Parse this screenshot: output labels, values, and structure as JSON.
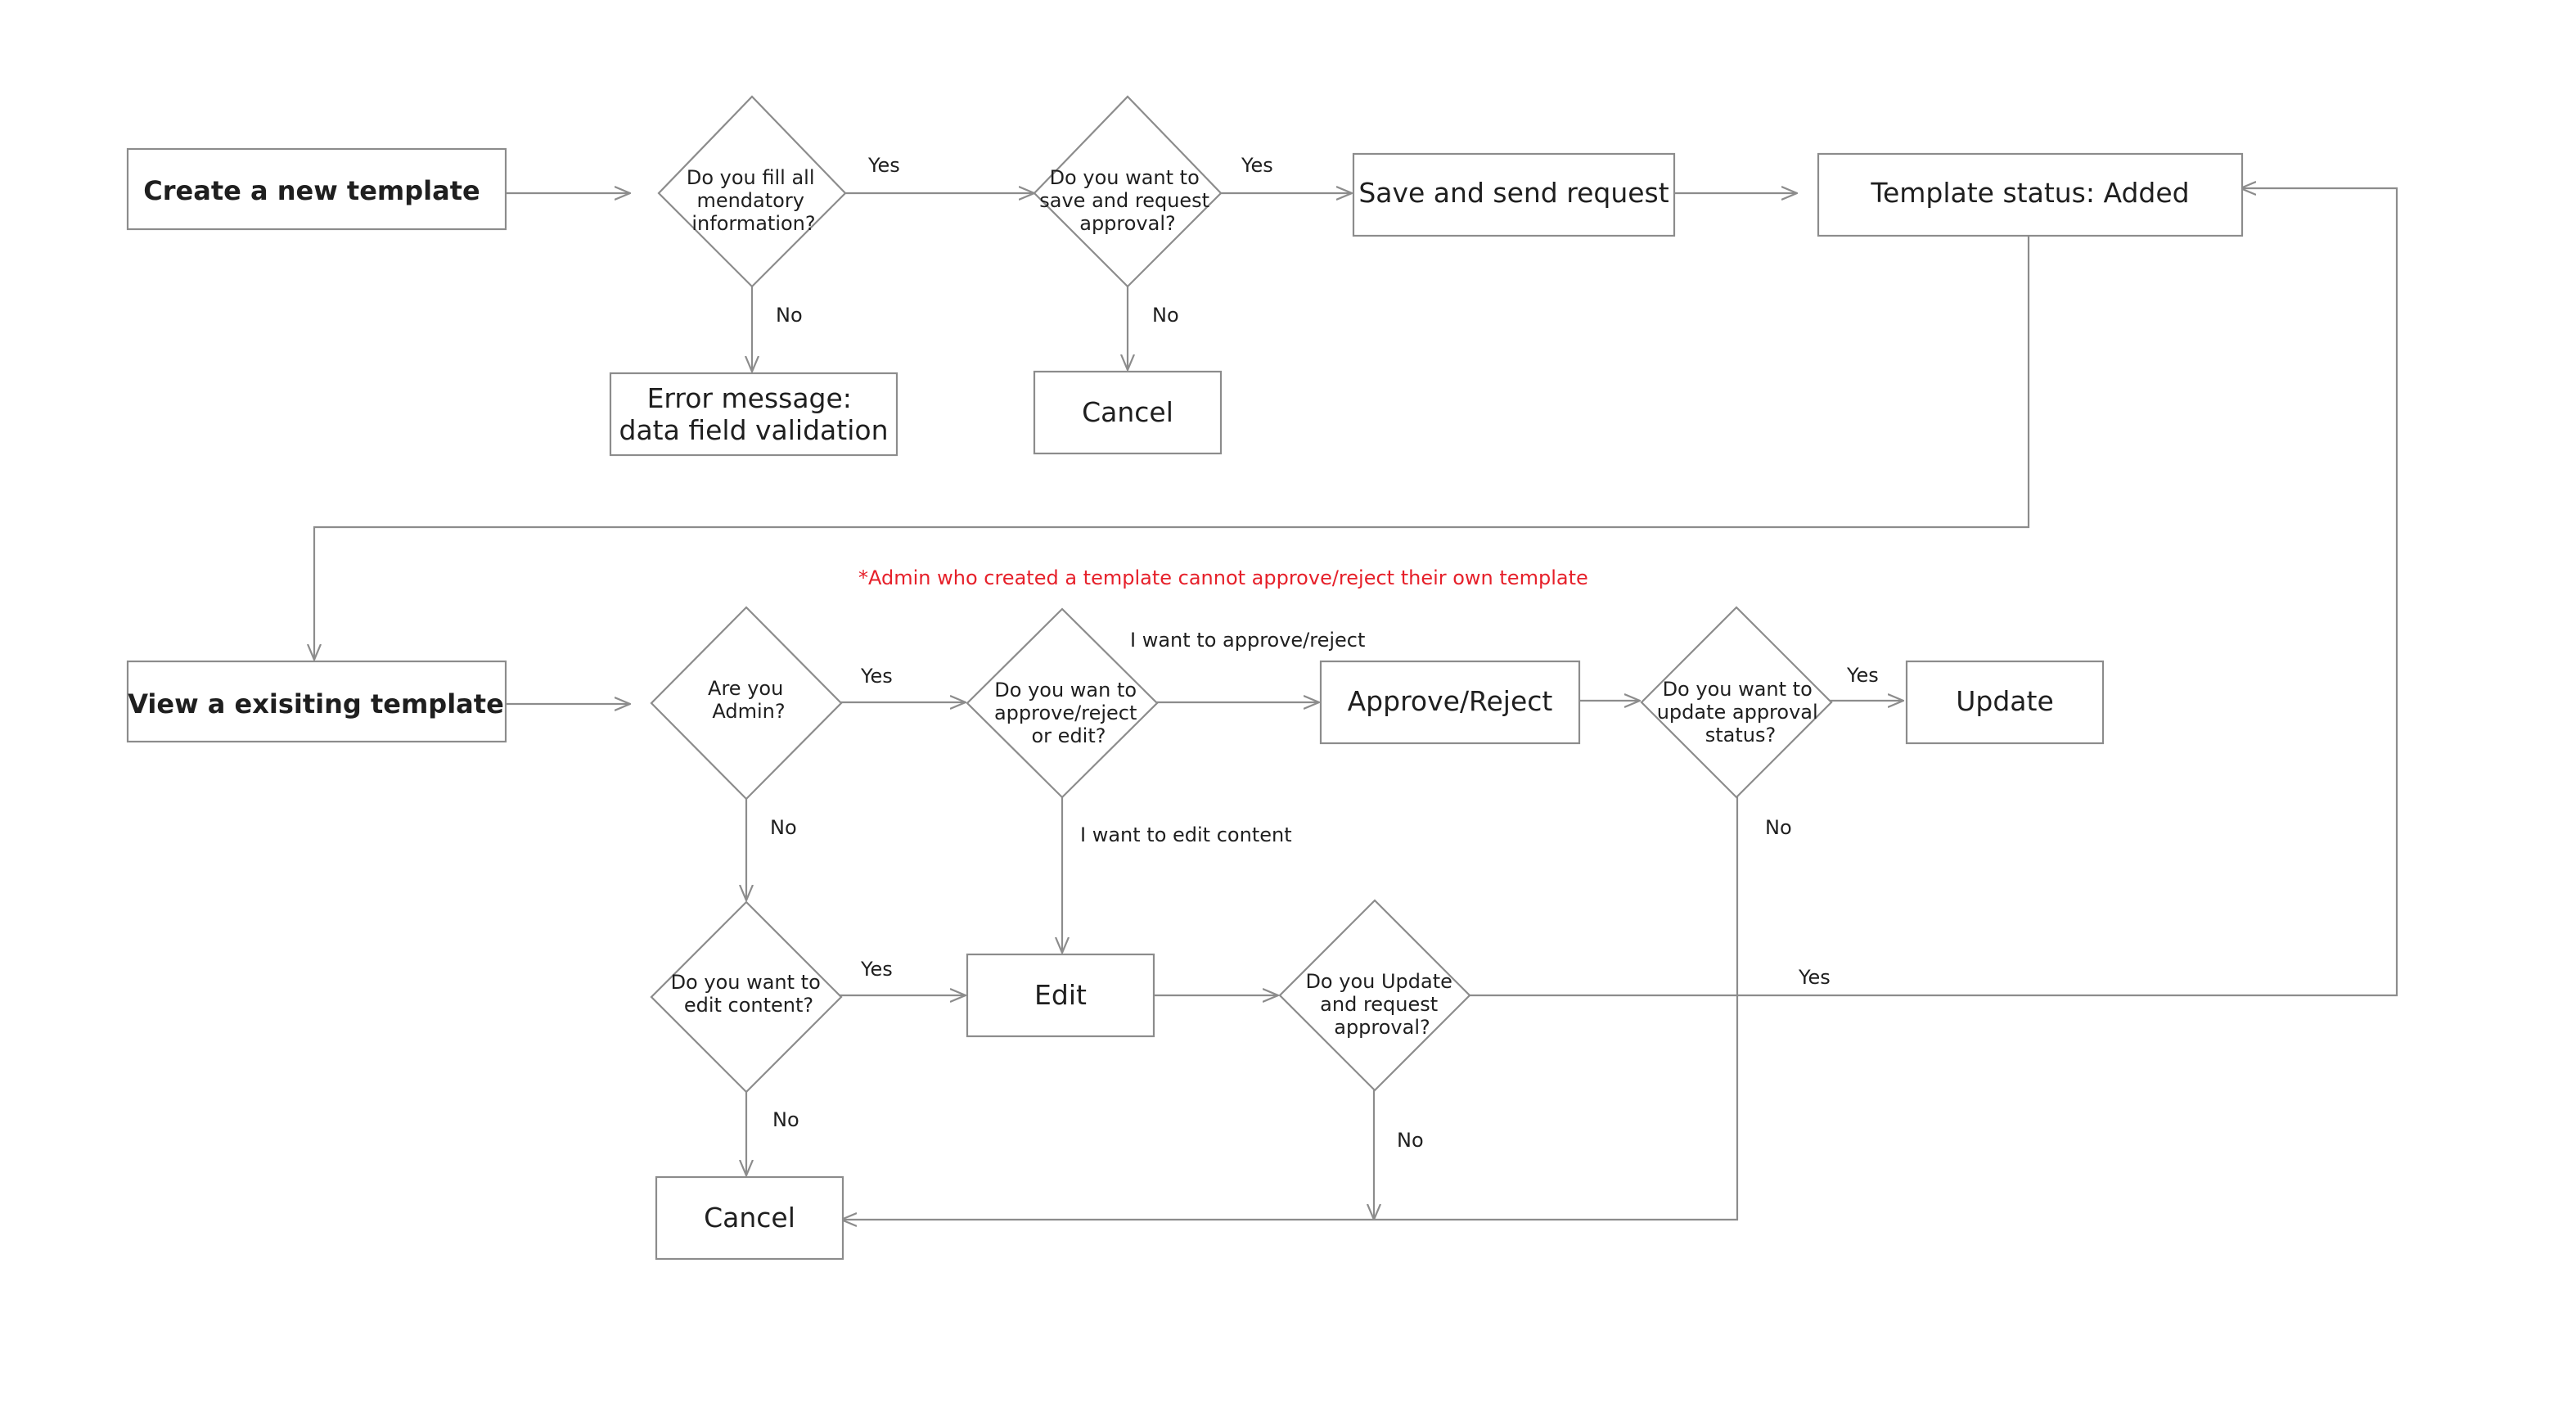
{
  "note": "*Admin who created a template cannot approve/reject their own template",
  "nodes": {
    "create_template": "Create a new template",
    "fill_mandatory": [
      "Do you fill all",
      "mendatory",
      "information?"
    ],
    "error_message": [
      "Error message:",
      "data field validation"
    ],
    "save_request_question": [
      "Do you want to",
      "save and request",
      "approval?"
    ],
    "cancel_top": "Cancel",
    "save_send": "Save and send request",
    "status_added": "Template status: Added",
    "view_template": "View a exisiting template",
    "are_you_admin": [
      "Are you",
      "Admin?"
    ],
    "approve_or_edit": [
      "Do you wan to",
      "approve/reject",
      "or edit?"
    ],
    "approve_reject": "Approve/Reject",
    "update_status_question": [
      "Do you want to",
      "update approval",
      "status?"
    ],
    "update": "Update",
    "edit_content_question": [
      "Do you want to",
      "edit content?"
    ],
    "edit": "Edit",
    "update_request_question": [
      "Do you Update",
      "and request",
      "approval?"
    ],
    "cancel_bottom": "Cancel"
  },
  "edge_labels": {
    "fill_yes": "Yes",
    "fill_no": "No",
    "save_yes": "Yes",
    "save_no": "No",
    "admin_yes": "Yes",
    "admin_no": "No",
    "want_approve": "I want to approve/reject",
    "want_edit": "I want to edit content",
    "status_yes": "Yes",
    "status_no": "No",
    "edit_yes": "Yes",
    "edit_no": "No",
    "update_yes": "Yes",
    "update_no": "No"
  },
  "colors": {
    "line": "#8c8c8c",
    "text": "#1f1f1f",
    "note": "#e6202a"
  }
}
